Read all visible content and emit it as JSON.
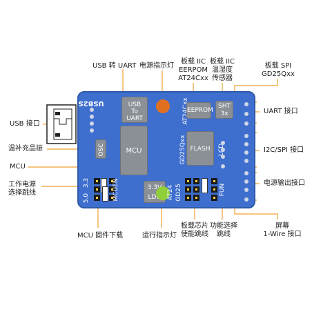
{
  "labels": {
    "usb_uart": "USB 转 UART",
    "power_led": "电源指示灯",
    "iic_eeprom_1": "板载 IIC",
    "iic_eeprom_2": "EERPOM",
    "iic_eeprom_3": "AT24Cxx",
    "iic_sensor_1": "板载 IIC",
    "iic_sensor_2": "温湿度",
    "iic_sensor_3": "传感器",
    "spi_flash_1": "板载 SPI",
    "spi_flash_2": "GD25Qxx",
    "usb_port": "USB 接口",
    "crystal": "温补充品振",
    "mcu": "MCU",
    "power_jumper_1": "工作电源",
    "power_jumper_2": "选择跳线",
    "uart_port": "UART 接口",
    "i2c_spi_port": "I2C/SPI 接口",
    "power_out_port": "电源输出接口",
    "mcu_download": "MCU 固件下载",
    "run_led": "运行指示灯",
    "chip_enable_1": "板载芯片",
    "chip_enable_2": "使能跳线",
    "func_select_1": "功能选择",
    "func_select_2": "跳线",
    "screen_1": "屏幕",
    "screen_2": "1-Wire 接口"
  },
  "board": {
    "usb_to_uart": "USB To UART",
    "usb_line1": "USB",
    "usb_line2": "To",
    "usb_line3": "UART",
    "usb2s": "USB2S",
    "at24cxx": "AT24Cxx",
    "eeprom": "EEPROM",
    "sht_line1": "SHT",
    "sht_line2": "3x",
    "osc": "OSC",
    "mcu": "MCU",
    "gd25qxx": "GD25Qxx",
    "flash": "FLASH",
    "lcd": "LCD",
    "ldo_1": "3.3V",
    "ldo_2": "LDO",
    "v33": "3.3",
    "v50": "5.0",
    "mcuen": "MCUEN",
    "at24": "AT24",
    "gd25": "GD25",
    "fun": "FUN"
  },
  "colors": {
    "board": "#3e6fcf",
    "chip": "#8b8f96",
    "power_led": "#e07020",
    "run_led": "#8fcf3a",
    "line": "#f0a030"
  }
}
